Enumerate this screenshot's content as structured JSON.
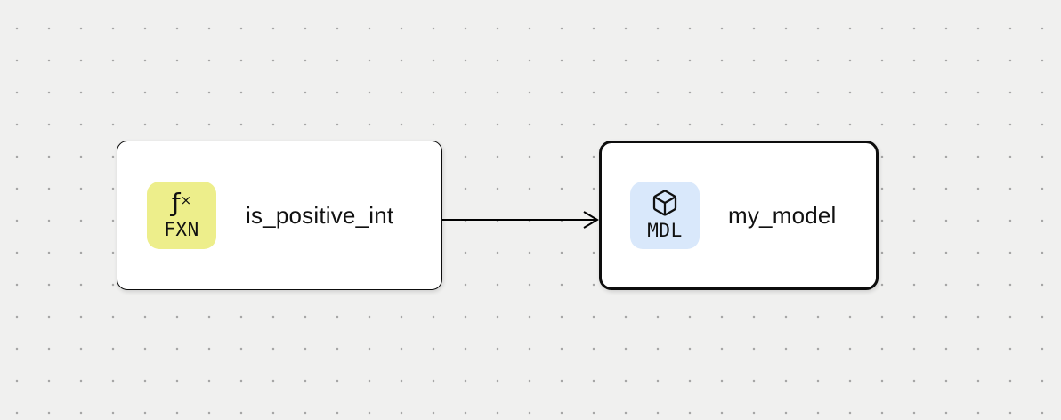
{
  "canvas": {
    "background_color": "#f0f0ef",
    "grid_dot_color": "#a6a6a6"
  },
  "nodes": [
    {
      "label": "is_positive_int",
      "selected": false,
      "type_badge": {
        "code": "FXN",
        "icon": "function-icon",
        "icon_glyph_f": "ƒ",
        "icon_glyph_x": "×",
        "background_color": "#edee8b"
      }
    },
    {
      "label": "my_model",
      "selected": true,
      "type_badge": {
        "code": "MDL",
        "icon": "cube-icon",
        "background_color": "#d9e8fb"
      }
    }
  ],
  "edges": [
    {
      "from": "is_positive_int",
      "to": "my_model",
      "color": "#000000",
      "style": "arrow"
    }
  ]
}
